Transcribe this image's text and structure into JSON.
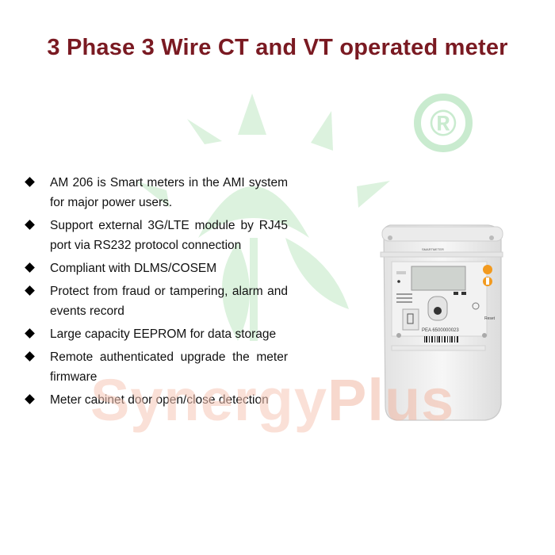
{
  "title": "3 Phase 3 Wire CT and VT operated meter",
  "bullets": [
    "AM 206 is Smart meters in the AMI system for major power users.",
    "Support external 3G/LTE module by RJ45 port via RS232 protocol connection",
    "Compliant with DLMS/COSEM",
    "Protect from fraud or tampering, alarm and events record",
    "Large capacity EEPROM for data storage",
    "Remote authenticated upgrade the meter firmware",
    "Meter cabinet door open/close detection"
  ],
  "watermark": {
    "part1": "Synergy",
    "part2": "Plus",
    "mark": "®"
  },
  "meter_labels": {
    "brand": "SMARTMETER",
    "serial": "PEA 6500000023",
    "reset": "Reset"
  },
  "colors": {
    "title": "#7a1a22",
    "watermark_green": "#c9ebcf",
    "watermark_text": "#f7c7b7",
    "button_orange": "#f29a1f"
  }
}
